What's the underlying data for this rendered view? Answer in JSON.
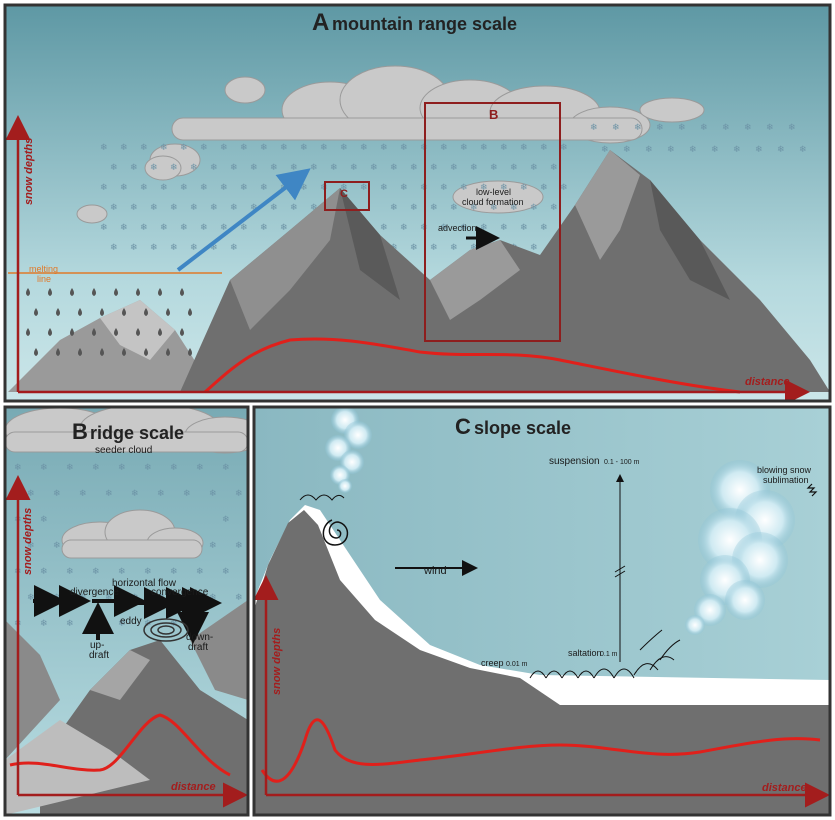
{
  "panel_a": {
    "letter": "A",
    "title": "mountain range scale",
    "y_axis": "snow depths",
    "x_axis": "distance",
    "box_b": "B",
    "box_c": "C",
    "melting_line": [
      "melting",
      "line"
    ],
    "cloud_formation": [
      "low-level",
      "cloud formation"
    ],
    "advection": "advection"
  },
  "panel_b": {
    "letter": "B",
    "title": "ridge scale",
    "seeder_cloud": "seeder cloud",
    "y_axis": "snow depths",
    "x_axis": "distance",
    "horizontal_flow": "horizontal flow",
    "divergence": "divergence",
    "convergence": "convergence",
    "eddy": "eddy",
    "updraft": [
      "up-",
      "draft"
    ],
    "downdraft": [
      "down-",
      "draft"
    ]
  },
  "panel_c": {
    "letter": "C",
    "title": "slope scale",
    "y_axis": "snow depths",
    "x_axis": "distance",
    "wind": "wind",
    "suspension": "suspension",
    "suspension_range": "0.1 - 100 m",
    "saltation": "saltation",
    "saltation_height": "0.1 m",
    "creep": "creep",
    "creep_height": "0.01 m",
    "blowing_snow": [
      "blowing snow",
      "sublimation"
    ]
  },
  "colors": {
    "axis": "#a31d1d",
    "curve": "#e0201b",
    "sky_top": "#5e98a4",
    "sky_bottom": "#bfe0e4",
    "melting_line": "#e07a2a",
    "arrow_blue": "#3f86c4"
  }
}
